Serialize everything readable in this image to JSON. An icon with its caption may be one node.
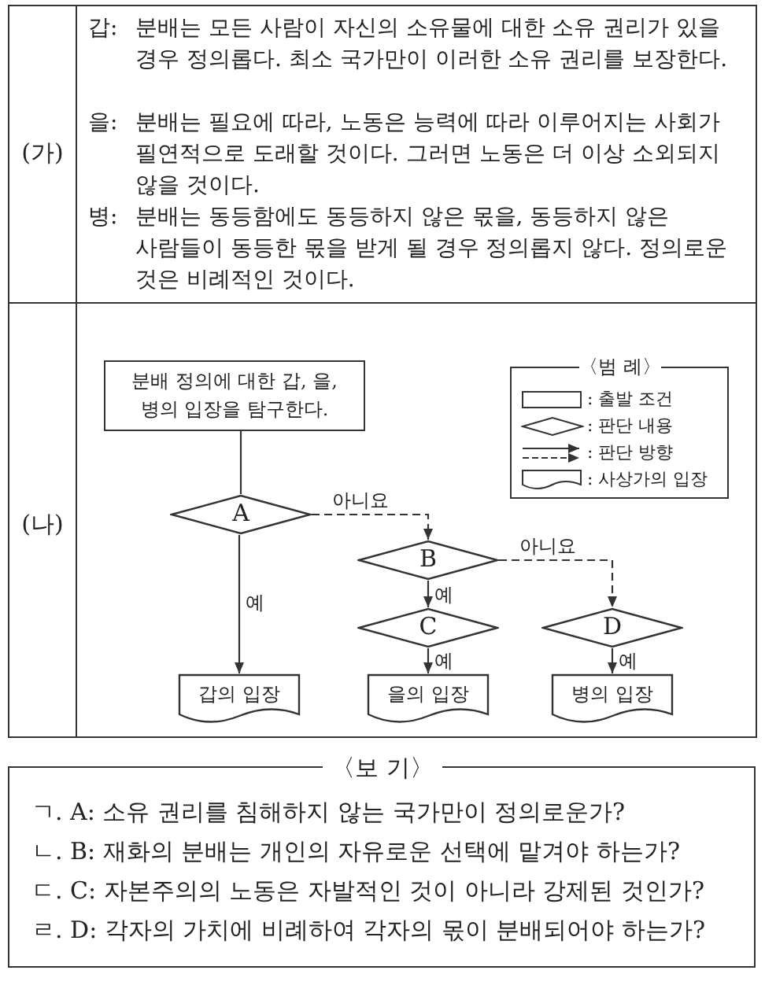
{
  "diagram": {
    "nodes": [
      {
        "text": [
          "분배 정의에 대한 갑, 을, 병의 입장을 탐구한다."
        ]
      },
      {
        "text": [
          "A"
        ]
      },
      {
        "text": [
          "B"
        ]
      },
      {
        "text": [
          "C"
        ]
      },
      {
        "text": [
          "D"
        ]
      },
      {
        "text": [
          "갑의 입장"
        ]
      },
      {
        "text": [
          "을의 입장"
        ]
      },
      {
        "text": [
          "병의 입장"
        ]
      }
    ],
    "edges": [
      {
        "from": 0,
        "to": 1,
        "arrow": "none"
      },
      {
        "from": 1,
        "to": 5,
        "arrow": "to",
        "label": "예"
      },
      {
        "from": 1,
        "to": 2,
        "arrow": "to",
        "label": "아니요",
        "style": "dashed"
      },
      {
        "from": 2,
        "to": 3,
        "arrow": "to",
        "label": "예"
      },
      {
        "from": 3,
        "to": 6,
        "arrow": "to",
        "label": "예"
      },
      {
        "from": 2,
        "to": 4,
        "arrow": "to",
        "label": "아니요",
        "style": "dashed"
      },
      {
        "from": 4,
        "to": 7,
        "arrow": "to",
        "label": "예"
      }
    ],
    "labels": [
      "(가)",
      "갑:",
      "분배는 모든 사람이 자신의 소유물에 대한 소유 권리가 있을 경우 정의롭다. 최소 국가만이 이러한 소유 권리를 보장한다.",
      "을:",
      "분배는 필요에 따라, 노동은 능력에 따라 이루어지는 사회가 필연적으로 도래할 것이다. 그러면 노동은 더 이상 소외되지 않을 것이다.",
      "병:",
      "분배는 동등함에도 동등하지 않은 몫을, 동등하지 않은 사람들이 동등한 몫을 받게 될 경우 정의롭지 않다. 정의로운 것은 비례적인 것이다.",
      "(나)",
      "〈범 례〉",
      "〈보 기〉",
      "ㄱ. A: 소유 권리를 침해하지 않는 국가만이 정의로운가?",
      "ㄴ. B: 재화의 분배는 개인의 자유로운 선택에 맡겨야 하는가?",
      "ㄷ. C: 자본주의의 노동은 자발적인 것이 아니라 강제된 것인가?",
      "ㄹ. D: 각자의 가치에 비례하여 각자의 몫이 분배되어야 하는가?"
    ],
    "legend": [
      {
        "text": ": 출발 조건"
      },
      {
        "text": ": 판단 내용"
      },
      {
        "text": ": 판단 방향"
      },
      {
        "text": ": 사상가의 입장"
      }
    ]
  }
}
